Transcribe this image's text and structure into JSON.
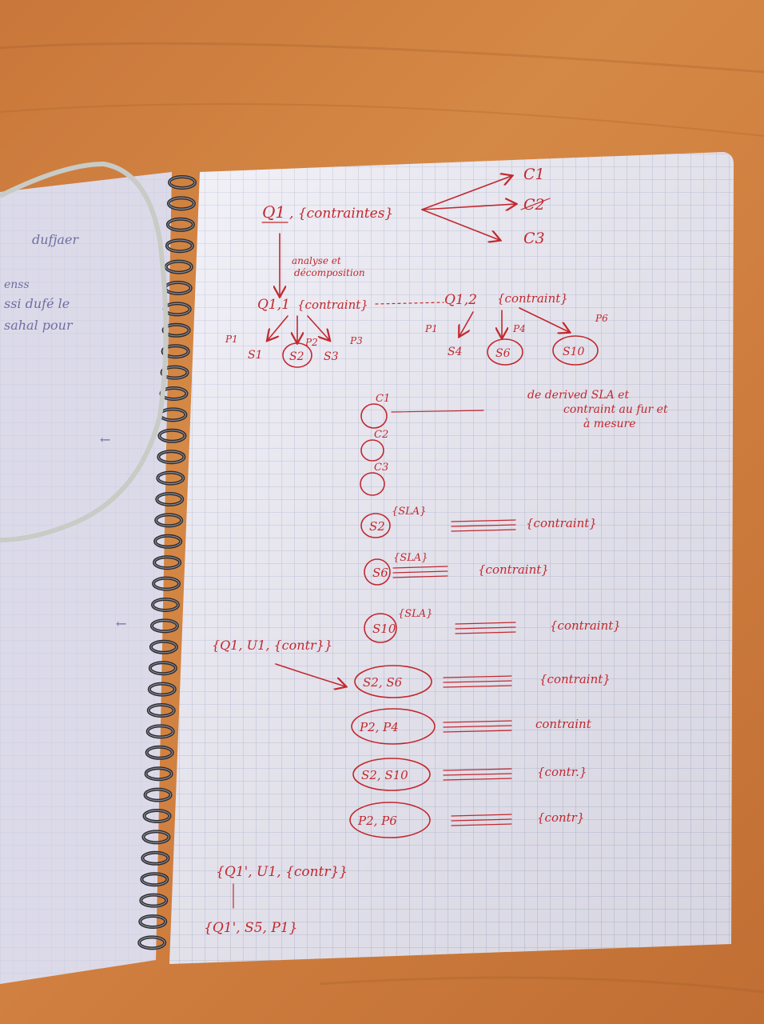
{
  "photo": {
    "subject": "notebook-page-handwritten-notes",
    "ink_color": "#c2282e",
    "desk_color": "#cf7e3f",
    "paper_color": "#efedf6",
    "grid_color": "#a8b3cf"
  },
  "left_page": {
    "lines": [
      "dufjaer",
      "enss",
      "ssi dufé le",
      "sahal pour",
      "←",
      "←"
    ]
  },
  "top_diagram": {
    "root": "Q1",
    "root_set": ", {contraintes}",
    "targets": [
      "C1",
      "C2",
      "C3"
    ],
    "arrow_label_1": "analyse et",
    "arrow_label_2": "décomposition"
  },
  "sub_left": {
    "node": "Q1,1",
    "set": "{contraint}",
    "p_labels": [
      "P1",
      "P2",
      "P3"
    ],
    "s_labels": [
      "S1",
      "S2",
      "S3"
    ]
  },
  "sub_right": {
    "node": "Q1,2",
    "set": "{contraint}",
    "p_labels": [
      "P1",
      "P4",
      "P6"
    ],
    "s_labels": [
      "S4",
      "S6",
      "S10"
    ]
  },
  "side_note": {
    "line1": "de derived SLA et",
    "line2": "contraint au fur et",
    "line3": "à mesure"
  },
  "rows": [
    {
      "id": "c1",
      "label": "C1",
      "tag": "",
      "constraint": ""
    },
    {
      "id": "c2",
      "label": "C2",
      "tag": "",
      "constraint": ""
    },
    {
      "id": "c3",
      "label": "C3",
      "tag": "",
      "constraint": ""
    },
    {
      "id": "s2",
      "label": "S2",
      "tag": "{SLA}",
      "constraint": "{contraint}"
    },
    {
      "id": "s6",
      "label": "S6",
      "tag": "{SLA}",
      "constraint": "{contraint}"
    },
    {
      "id": "s10",
      "label": "S10",
      "tag": "{SLA}",
      "constraint": "{contraint}"
    },
    {
      "id": "s2s6",
      "label": "S2, S6",
      "tag": "",
      "constraint": "{contraint}"
    },
    {
      "id": "p2p4",
      "label": "P2, P4",
      "tag": "",
      "constraint": "contraint"
    },
    {
      "id": "s2s10",
      "label": "S2, S10",
      "tag": "",
      "constraint": "{contr.}"
    },
    {
      "id": "p2p6",
      "label": "P2, P6",
      "tag": "",
      "constraint": "{contr}"
    }
  ],
  "tuple_note": "{Q1, U1, {contr}}",
  "bottom_notes": {
    "line1": "{Q1', U1, {contr}}",
    "line2": "{Q1', S5, P1}"
  }
}
